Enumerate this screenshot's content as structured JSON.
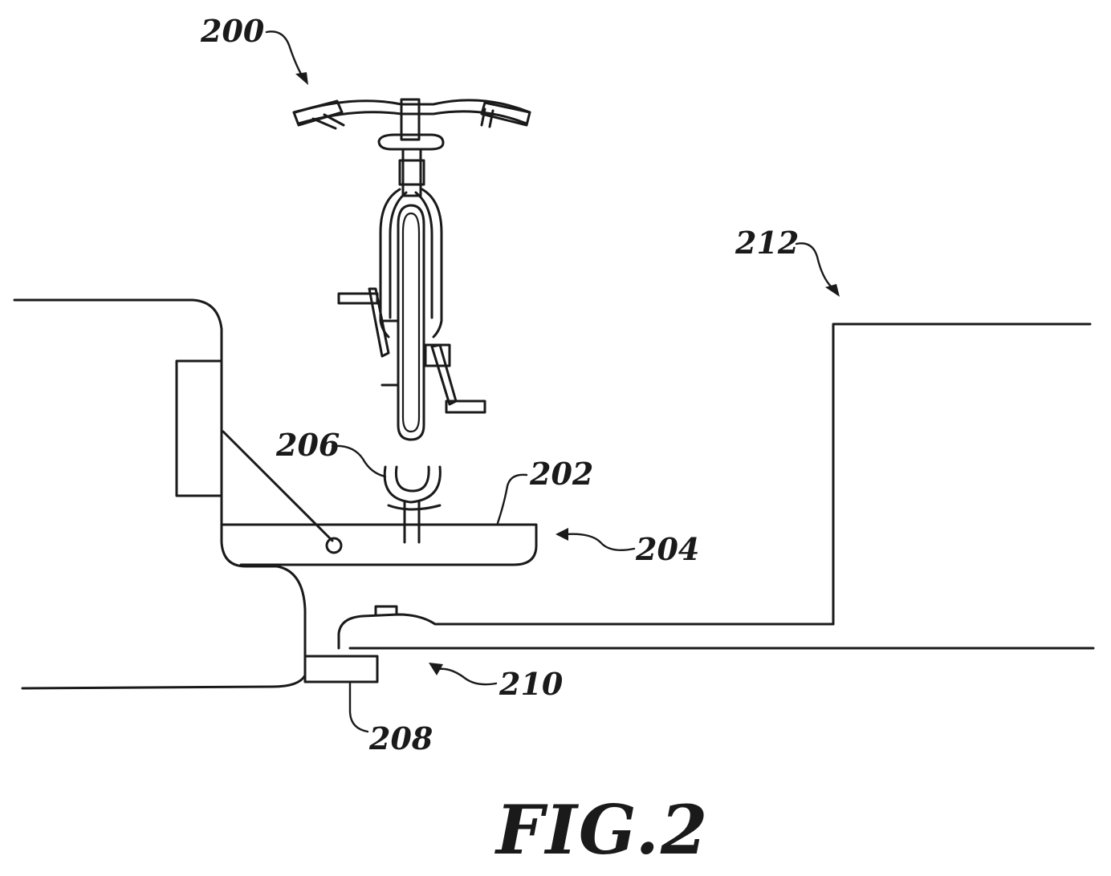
{
  "figure": {
    "caption": "FIG.2",
    "reference_numerals": {
      "bicycle": "200",
      "platform": "202",
      "rack": "204",
      "wheel_cradle": "206",
      "hitch_receiver": "208",
      "hitch": "210",
      "trailer": "212"
    }
  }
}
